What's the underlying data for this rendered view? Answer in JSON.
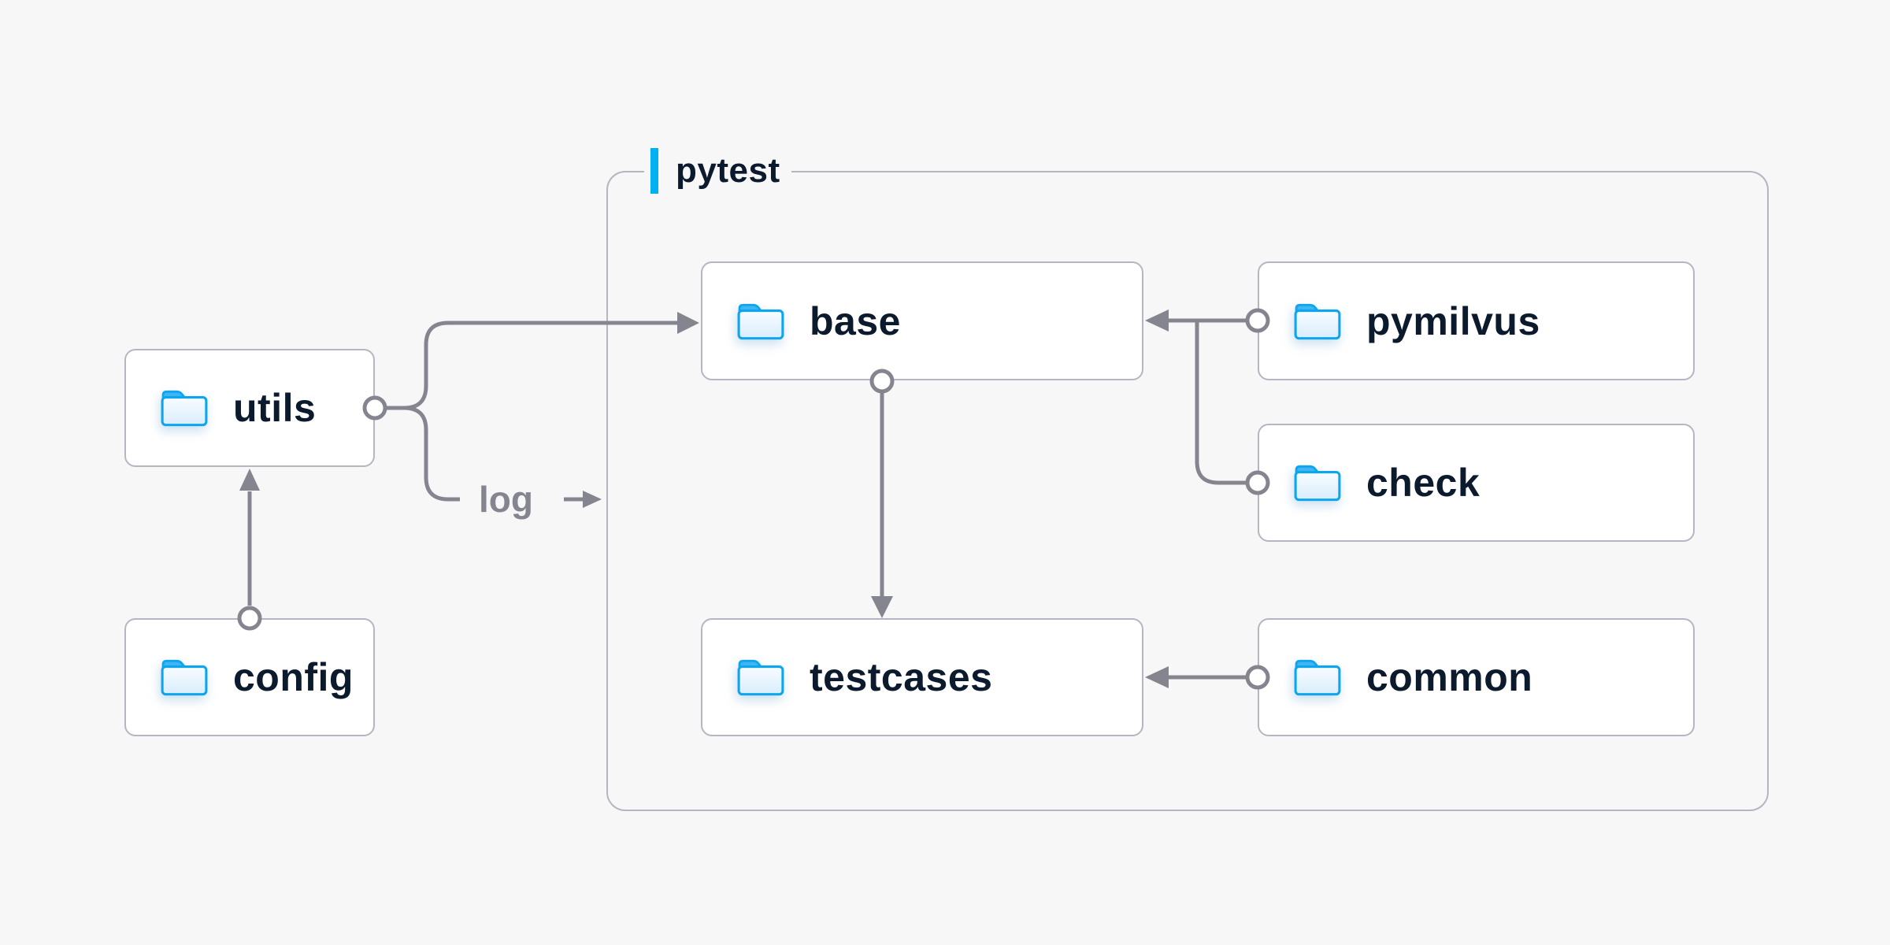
{
  "group": {
    "label": "pytest"
  },
  "nodes": {
    "utils": {
      "label": "utils"
    },
    "config": {
      "label": "config"
    },
    "base": {
      "label": "base"
    },
    "pymilvus": {
      "label": "pymilvus"
    },
    "check": {
      "label": "check"
    },
    "testcases": {
      "label": "testcases"
    },
    "common": {
      "label": "common"
    }
  },
  "edges": {
    "log_label": "log",
    "list": [
      {
        "from": "config",
        "to": "utils"
      },
      {
        "from": "utils",
        "to": "base"
      },
      {
        "from": "utils",
        "to": "log",
        "label": "log"
      },
      {
        "from": "base",
        "to": "testcases"
      },
      {
        "from": "pymilvus",
        "to": "base"
      },
      {
        "from": "check",
        "to": "base"
      },
      {
        "from": "common",
        "to": "testcases"
      }
    ]
  },
  "colors": {
    "background": "#f7f7f8",
    "node_fill": "#ffffff",
    "node_border": "#b6b6c2",
    "group_border": "#b6b6c2",
    "text": "#0c1a2e",
    "connector": "#85858f",
    "edge_label_text": "#85858f",
    "accent_bar": "#00b1f1",
    "folder_stroke": "#0ea5ef",
    "folder_tab": "#41b4f2",
    "folder_fill_top": "#f8fcff",
    "folder_fill_bottom": "#d9edfb"
  }
}
